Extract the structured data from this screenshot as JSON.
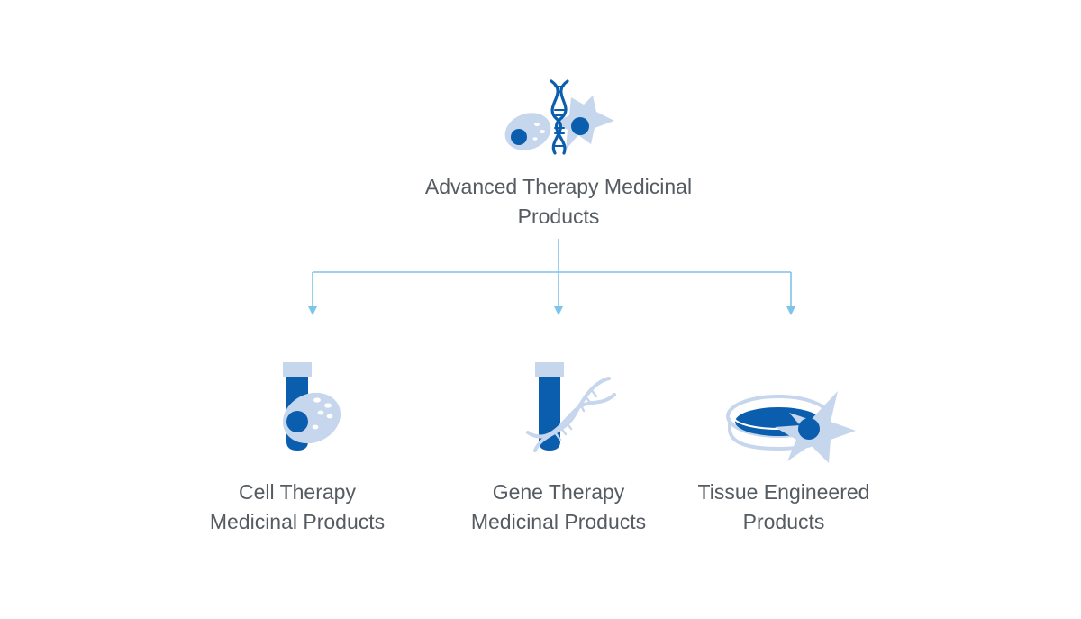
{
  "colors": {
    "dark_blue": "#0b5eae",
    "light_blue": "#c6d6ec",
    "connector": "#7cc4ea",
    "text": "#555b61"
  },
  "root": {
    "icon": "dna-and-cells-icon",
    "label_line1": "Advanced Therapy Medicinal",
    "label_line2": "Products"
  },
  "children": [
    {
      "icon": "test-tube-cell-icon",
      "label_line1": "Cell Therapy",
      "label_line2": "Medicinal Products"
    },
    {
      "icon": "test-tube-dna-icon",
      "label_line1": "Gene Therapy",
      "label_line2": "Medicinal Products"
    },
    {
      "icon": "petri-dish-cell-icon",
      "label_line1": "Tissue Engineered",
      "label_line2": "Products"
    }
  ]
}
